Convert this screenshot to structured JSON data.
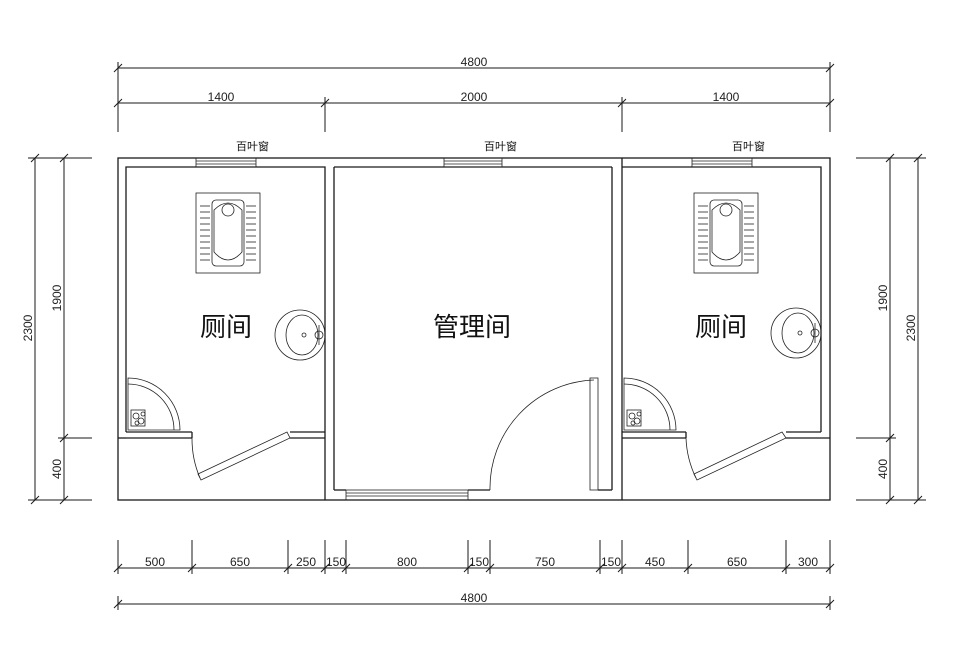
{
  "rooms": {
    "left": "厕间",
    "center": "管理间",
    "right": "厕间"
  },
  "windows": {
    "left": "百叶窗",
    "center": "百叶窗",
    "right": "百叶窗"
  },
  "dims_top": {
    "total": "4800",
    "left": "1400",
    "center": "2000",
    "right": "1400"
  },
  "dims_bottom": {
    "segments": [
      "500",
      "650",
      "250",
      "150",
      "800",
      "150",
      "750",
      "150",
      "450",
      "650",
      "300"
    ],
    "total": "4800"
  },
  "dims_left": {
    "total": "2300",
    "upper": "1900",
    "lower": "400"
  },
  "dims_right": {
    "total": "2300",
    "upper": "1900",
    "lower": "400"
  }
}
